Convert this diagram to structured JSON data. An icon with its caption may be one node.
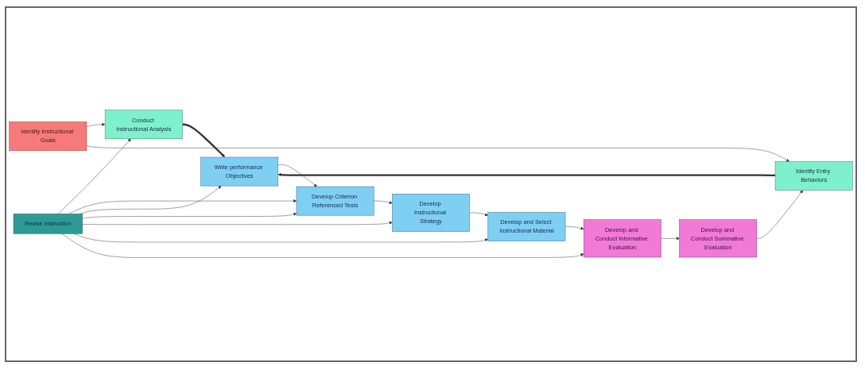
{
  "diagram": {
    "nodes": [
      {
        "text": [
          "Conduct Instructional Analysis"
        ]
      },
      {
        "text": [
          "Revise Instruction"
        ]
      },
      {
        "text": [
          "Identify Instructional Goals"
        ]
      },
      {
        "text": [
          "Write performance Objectives"
        ]
      },
      {
        "text": [
          "Develop Criterion Referenced Tests"
        ]
      },
      {
        "text": [
          "Develop Instructional Strategy"
        ]
      },
      {
        "text": [
          "Develop and Select Instructional Material"
        ]
      },
      {
        "text": [
          "Develop and Conduct Informative Evaluation"
        ]
      },
      {
        "text": [
          "Identify Entry Behaviors"
        ]
      },
      {
        "text": [
          "Develop and Conduct Summative Evaluation"
        ]
      }
    ],
    "edges": [
      {
        "from": 1,
        "to": 0,
        "arrow": "to"
      },
      {
        "from": 2,
        "to": 0,
        "arrow": "to"
      },
      {
        "from": 0,
        "to": 3,
        "arrow": "to",
        "style": "thick"
      },
      {
        "from": 2,
        "to": 8,
        "arrow": "to"
      },
      {
        "from": 8,
        "to": 3,
        "arrow": "to",
        "style": "thick"
      },
      {
        "from": 3,
        "to": 4,
        "arrow": "to"
      },
      {
        "from": 4,
        "to": 5,
        "arrow": "to"
      },
      {
        "from": 5,
        "to": 6,
        "arrow": "to"
      },
      {
        "from": 6,
        "to": 7,
        "arrow": "to"
      },
      {
        "from": 7,
        "to": 9,
        "arrow": "to"
      },
      {
        "from": 9,
        "to": 8,
        "arrow": "to"
      },
      {
        "from": 1,
        "to": 4,
        "arrow": "to"
      },
      {
        "from": 1,
        "to": 3,
        "arrow": "to"
      },
      {
        "from": 1,
        "to": 4,
        "arrow": "to"
      },
      {
        "from": 1,
        "to": 5,
        "arrow": "to"
      },
      {
        "from": 1,
        "to": 6,
        "arrow": "to"
      },
      {
        "from": 1,
        "to": 7,
        "arrow": "to"
      }
    ]
  }
}
